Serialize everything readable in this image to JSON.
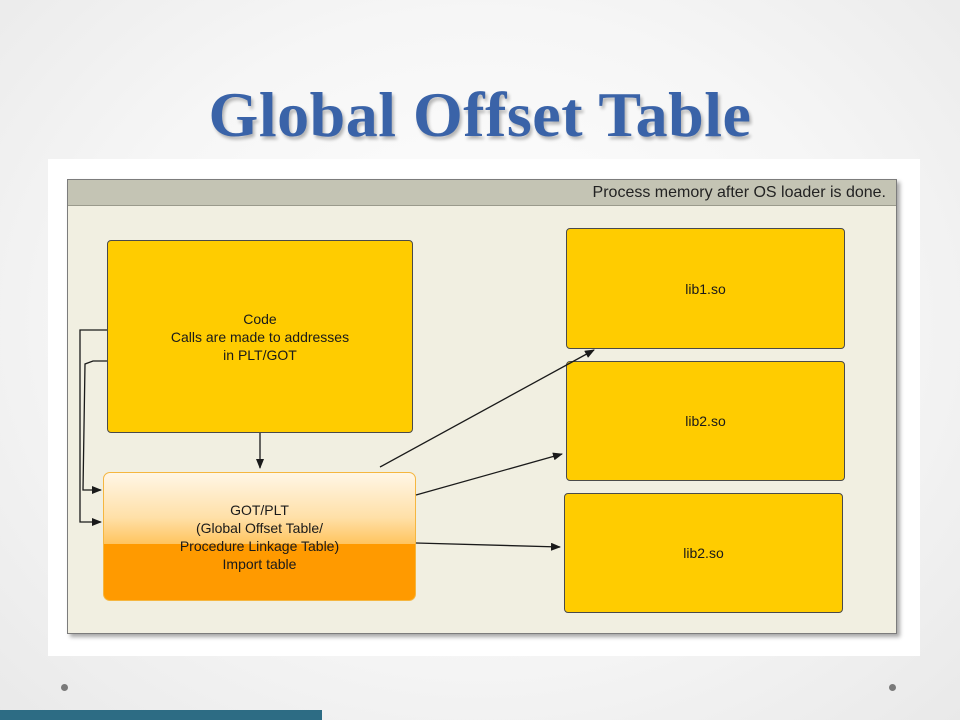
{
  "title": "Global Offset Table",
  "diagram": {
    "caption": "Process memory after OS loader is done.",
    "code_box": {
      "lines": [
        "Code",
        "Calls are made to addresses",
        "in PLT/GOT"
      ]
    },
    "got_box": {
      "lines": [
        "GOT/PLT",
        "(Global Offset Table/",
        "Procedure Linkage Table)",
        "Import table"
      ]
    },
    "libraries": [
      {
        "label": "lib1.so"
      },
      {
        "label": "lib2.so"
      },
      {
        "label": "lib2.so"
      }
    ],
    "colors": {
      "box_fill": "#ffcc00",
      "got_fill_top": "#ffe0a8",
      "got_fill_bottom": "#ff9a00",
      "canvas": "#f1efe1",
      "caption_bar": "#c4c4b4"
    }
  },
  "theme": {
    "title_color": "#3a63a8",
    "footer_bar_color": "#2d6c84"
  }
}
